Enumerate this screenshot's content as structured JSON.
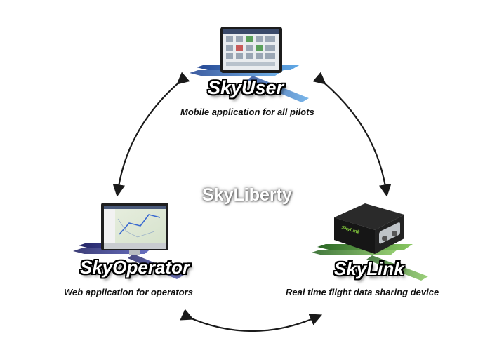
{
  "center": {
    "title": "SkyLiberty"
  },
  "products": [
    {
      "name": "SkyUser",
      "description": "Mobile application for all pilots",
      "device": "tablet-icon",
      "accent": "#2a6fcf"
    },
    {
      "name": "SkyOperator",
      "description": "Web application for operators",
      "device": "monitor-icon",
      "accent": "#2b2f8f"
    },
    {
      "name": "SkyLink",
      "description": "Real time flight data sharing device",
      "device": "hardware-box-icon",
      "accent": "#3a8a2a"
    }
  ],
  "device_text": {
    "skylink_box_label": "SkyLink"
  },
  "colors": {
    "arrow": "#1a1a1a",
    "tablet_frame": "#1c1c1c",
    "box_body": "#1e1e1e",
    "box_logo": "#7ec23a"
  }
}
